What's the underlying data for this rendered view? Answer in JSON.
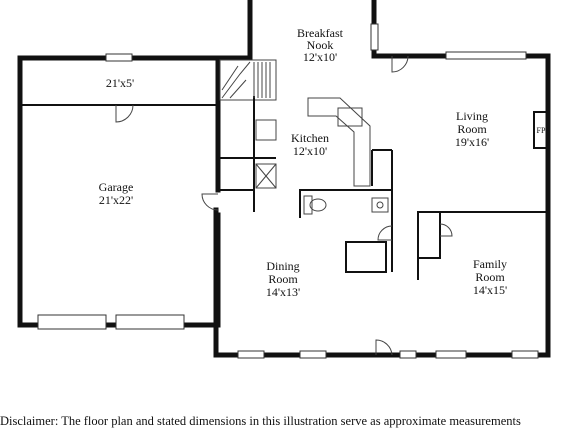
{
  "rooms": {
    "breakfast": {
      "name_line1": "Breakfast",
      "name_line2": "Nook",
      "dims": "12'x10'"
    },
    "kitchen": {
      "name": "Kitchen",
      "dims": "12'x10'"
    },
    "living": {
      "name_line1": "Living",
      "name_line2": "Room",
      "dims": "19'x16'"
    },
    "fireplace": {
      "label": "FP"
    },
    "storage": {
      "dims": "21'x5'"
    },
    "garage": {
      "name": "Garage",
      "dims": "21'x22'"
    },
    "dining": {
      "name_line1": "Dining",
      "name_line2": "Room",
      "dims": "14'x13'"
    },
    "family": {
      "name_line1": "Family",
      "name_line2": "Room",
      "dims": "14'x15'"
    }
  },
  "disclaimer": "Disclaimer: The floor plan and stated dimensions in this illustration serve as approximate measurements"
}
